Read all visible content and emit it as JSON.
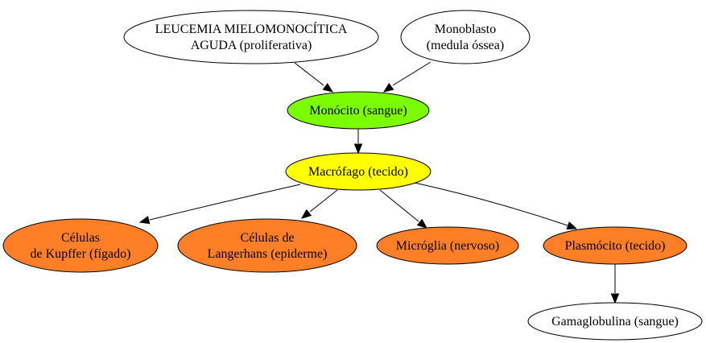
{
  "diagram": {
    "nodes": [
      {
        "id": "leucemia",
        "lines": [
          "LEUCEMIA MIELOMONOCÍTICA",
          "AGUDA (proliferativa)"
        ],
        "fill": "#ffffff"
      },
      {
        "id": "monoblasto",
        "lines": [
          "Monoblasto",
          "(medula óssea)"
        ],
        "fill": "#ffffff"
      },
      {
        "id": "monocito",
        "lines": [
          "Monócito (sangue)"
        ],
        "fill": "#7cfc00"
      },
      {
        "id": "macrofago",
        "lines": [
          "Macrófago (tecido)"
        ],
        "fill": "#ffff00"
      },
      {
        "id": "kupffer",
        "lines": [
          "Células",
          "de Kupffer (fígado)"
        ],
        "fill": "#ff7f27"
      },
      {
        "id": "langerhans",
        "lines": [
          "Células de",
          "Langerhans (epiderme)"
        ],
        "fill": "#ff7f27"
      },
      {
        "id": "microglia",
        "lines": [
          "Micróglia (nervoso)"
        ],
        "fill": "#ff7f27"
      },
      {
        "id": "plasmocito",
        "lines": [
          "Plasmócito (tecido)"
        ],
        "fill": "#ff7f27"
      },
      {
        "id": "gamaglobulina",
        "lines": [
          "Gamaglobulina (sangue)"
        ],
        "fill": "#ffffff"
      }
    ],
    "edges": [
      {
        "from": "leucemia",
        "to": "monocito"
      },
      {
        "from": "monoblasto",
        "to": "monocito"
      },
      {
        "from": "monocito",
        "to": "macrofago"
      },
      {
        "from": "macrofago",
        "to": "kupffer"
      },
      {
        "from": "macrofago",
        "to": "langerhans"
      },
      {
        "from": "macrofago",
        "to": "microglia"
      },
      {
        "from": "macrofago",
        "to": "plasmocito"
      },
      {
        "from": "plasmocito",
        "to": "gamaglobulina"
      }
    ]
  }
}
